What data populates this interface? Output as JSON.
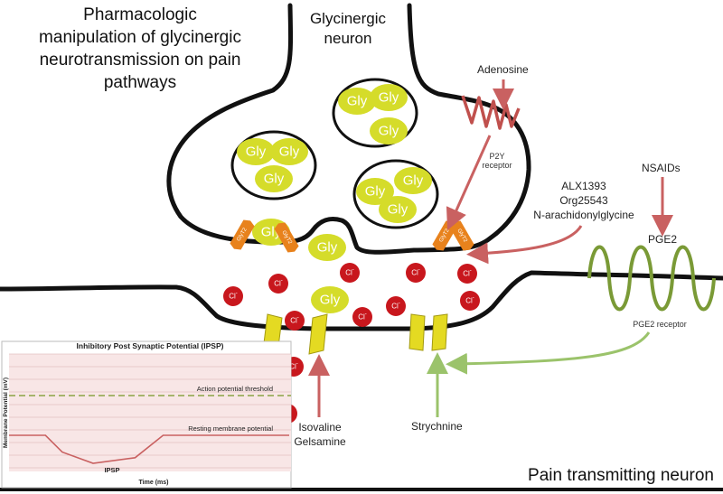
{
  "title": "Pharmacologic manipulation of glycinergic neurotransmission on pain pathways",
  "title_lines": [
    "Pharmacologic",
    "manipulation of glycinergic",
    "neurotransmission on pain",
    "pathways"
  ],
  "glycinergic_neuron": [
    "Glycinergic",
    "neuron"
  ],
  "pain_neuron": "Pain transmitting neuron",
  "gly": "Gly",
  "glyt2": "GlyT2",
  "cl": "Cl",
  "cl_sup": "-",
  "adenosine": "Adenosine",
  "p2y": [
    "P2Y",
    "receptor"
  ],
  "alx": [
    "ALX1393",
    "Org25543",
    "N-arachidonylglycine"
  ],
  "nsaids": "NSAIDs",
  "pge2": "PGE2",
  "pge2_receptor": "PGE2 receptor",
  "isovaline": [
    "Isovaline",
    "Gelsamine"
  ],
  "strychnine": "Strychnine",
  "colors": {
    "gly_fill": "#d5dc2a",
    "glyt2_fill": "#e8821c",
    "cl_fill": "#c8171d",
    "red_arrow": "#c96161",
    "green_arrow": "#9bc36b",
    "pge2_spring": "#7a9a36",
    "p2y_spring": "#c0504d",
    "chart_bg": "#f8e6e6"
  },
  "chart_data": {
    "type": "line",
    "title": "Inhibitory Post Synaptic Potential (IPSP)",
    "xlabel": "Time (ms)",
    "ylabel": "Membrane Potential (mV)",
    "annotations": [
      "Action potential threshold",
      "Resting membrane potential",
      "IPSP"
    ],
    "threshold_label": "Action potential threshold",
    "resting_label": "Resting membrane potential",
    "ipsp_label": "IPSP",
    "series": [
      {
        "x": [
          0,
          1.3,
          1.9,
          3.0,
          4.5,
          5.5,
          8.5,
          10
        ],
        "y": [
          0,
          0,
          -0.6,
          -1.0,
          -0.8,
          0,
          0,
          0
        ]
      }
    ]
  }
}
